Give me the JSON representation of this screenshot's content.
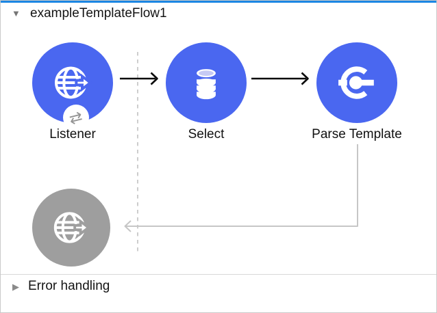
{
  "flow": {
    "title": "exampleTemplateFlow1",
    "state": "expanded",
    "nodes": [
      {
        "label": "Listener",
        "icon": "globe-arrow-icon",
        "badge": "exchange-arrows-icon",
        "state": "enabled"
      },
      {
        "label": "Select",
        "icon": "database-icon",
        "state": "enabled"
      },
      {
        "label": "Parse Template",
        "icon": "core-component-icon",
        "state": "enabled"
      }
    ],
    "ghost_node": {
      "label": "",
      "icon": "globe-arrow-icon",
      "state": "disabled"
    }
  },
  "error_handling": {
    "title": "Error handling",
    "state": "collapsed"
  },
  "icons": {
    "flow_caret": "▼",
    "error_caret": "▶",
    "badge_glyph": "⇄"
  },
  "colors": {
    "node_blue": "#4A67F0",
    "database_top_ellipse": "#C6CAF4",
    "disabled_node_gray": "#9E9E9E",
    "selection_top_bar_blue": "#1B86E3",
    "black_connector": "#0A0A0A",
    "gray_connector": "#C6C6C6",
    "dashed_guide_line": "#CDCDCD",
    "canvas_border": "#C9C9C9",
    "label_text": "#141414",
    "badge_glyph_gray": "#949494"
  }
}
